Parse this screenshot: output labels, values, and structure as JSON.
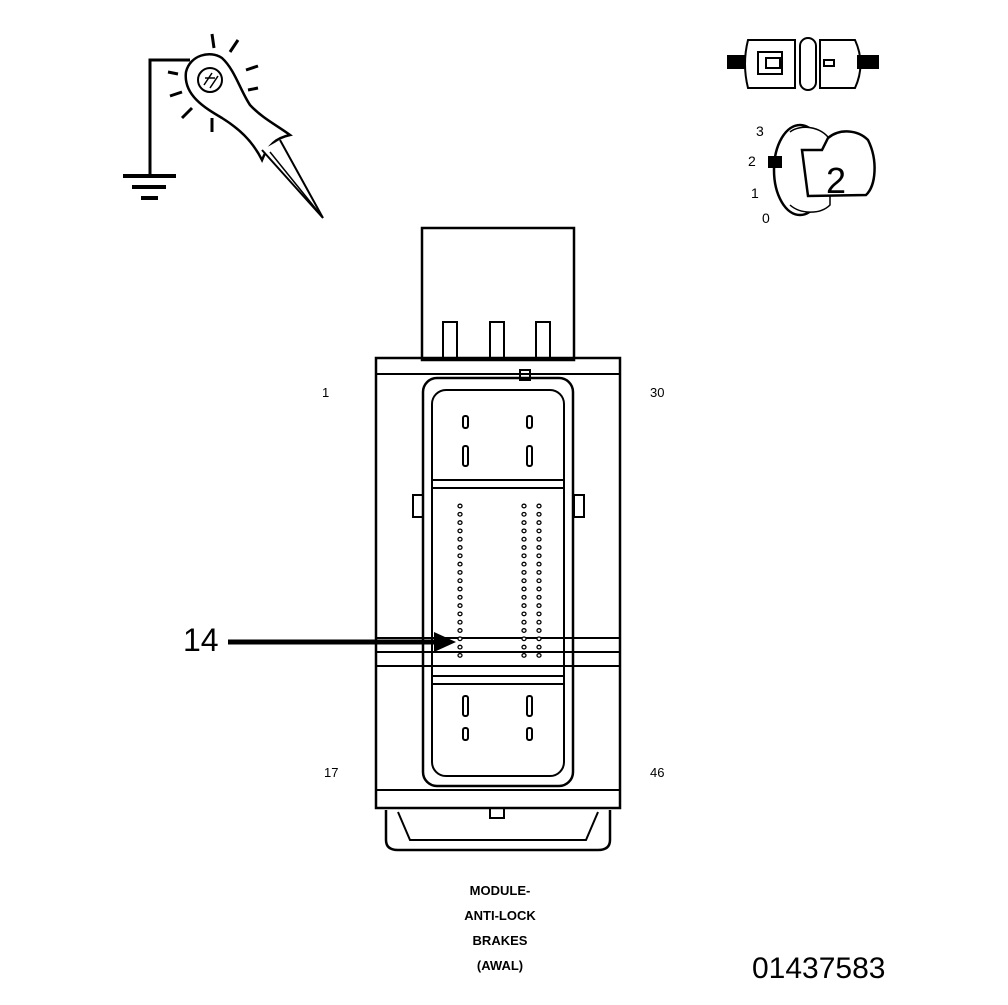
{
  "pin_labels": {
    "top_left": "1",
    "top_right": "30",
    "bottom_left": "17",
    "bottom_right": "46"
  },
  "callout": {
    "label": "14"
  },
  "caption_lines": [
    "MODULE-",
    "ANTI-LOCK",
    "BRAKES",
    "(AWAL)"
  ],
  "figure_id": "01437583",
  "ignition": {
    "positions": [
      "3",
      "2",
      "1",
      "0"
    ],
    "key_number": "2"
  },
  "colors": {
    "line": "#000000",
    "background": "#ffffff"
  }
}
